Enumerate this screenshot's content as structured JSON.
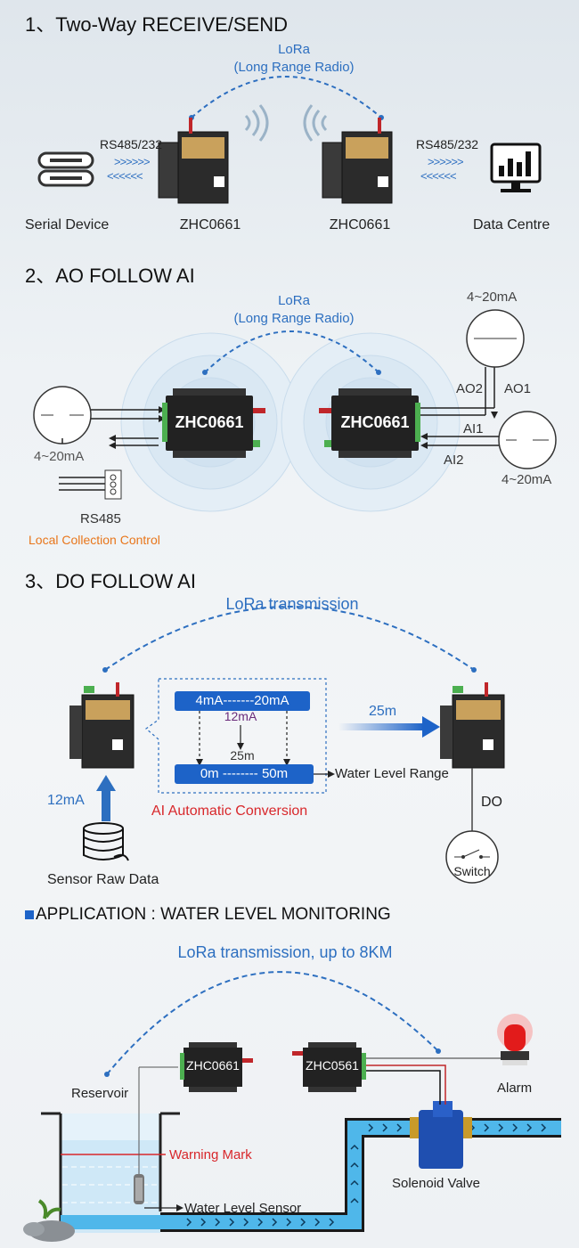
{
  "section1": {
    "heading": "1、Two-Way  RECEIVE/SEND",
    "lora": "LoRa",
    "lora_sub": "(Long Range Radio)",
    "rs_left": "RS485/232",
    "rs_right": "RS485/232",
    "arrows_right": ">>>>>>",
    "arrows_left": "<<<<<<",
    "serial_device": "Serial Device",
    "device_left": "ZHC0661",
    "device_right": "ZHC0661",
    "data_centre": "Data Centre"
  },
  "section2": {
    "heading": "2、AO FOLLOW AI",
    "lora": "LoRa",
    "lora_sub": "(Long Range Radio)",
    "left_range": "4~20mA",
    "rs485": "RS485",
    "local_control": "Local Collection Control",
    "device_left": "ZHC0661",
    "device_right": "ZHC0661",
    "right_top_range": "4~20mA",
    "ao2": "AO2",
    "ao1": "AO1",
    "ai1": "AI1",
    "ai2": "AI2",
    "right_bottom_range": "4~20mA"
  },
  "section3": {
    "heading": "3、DO FOLLOW AI",
    "lora_tx": "LoRa transmission",
    "range_top": "4mA-------20mA",
    "mid_ma": "12mA",
    "mid_m": "25m",
    "range_bottom": "0m -------- 50m",
    "water_range": "Water Level Range",
    "conversion": "AI Automatic Conversion",
    "arrow_25m": "25m",
    "input_12ma": "12mA",
    "sensor": "Sensor Raw Data",
    "do": "DO",
    "switch": "Switch"
  },
  "application": {
    "heading": "APPLICATION : WATER LEVEL MONITORING",
    "lora_tx": "LoRa transmission, up to 8KM",
    "reservoir": "Reservoir",
    "device_left": "ZHC0661",
    "device_right": "ZHC0561",
    "alarm": "Alarm",
    "warning": "Warning Mark",
    "solenoid": "Solenoid Valve",
    "sensor": "Water Level Sensor"
  },
  "colors": {
    "accent_blue": "#2d6fc0",
    "device_dark": "#2b2b2b",
    "device_gold": "#c9a15c",
    "warning_red": "#d8272b",
    "local_orange": "#e8761b"
  }
}
